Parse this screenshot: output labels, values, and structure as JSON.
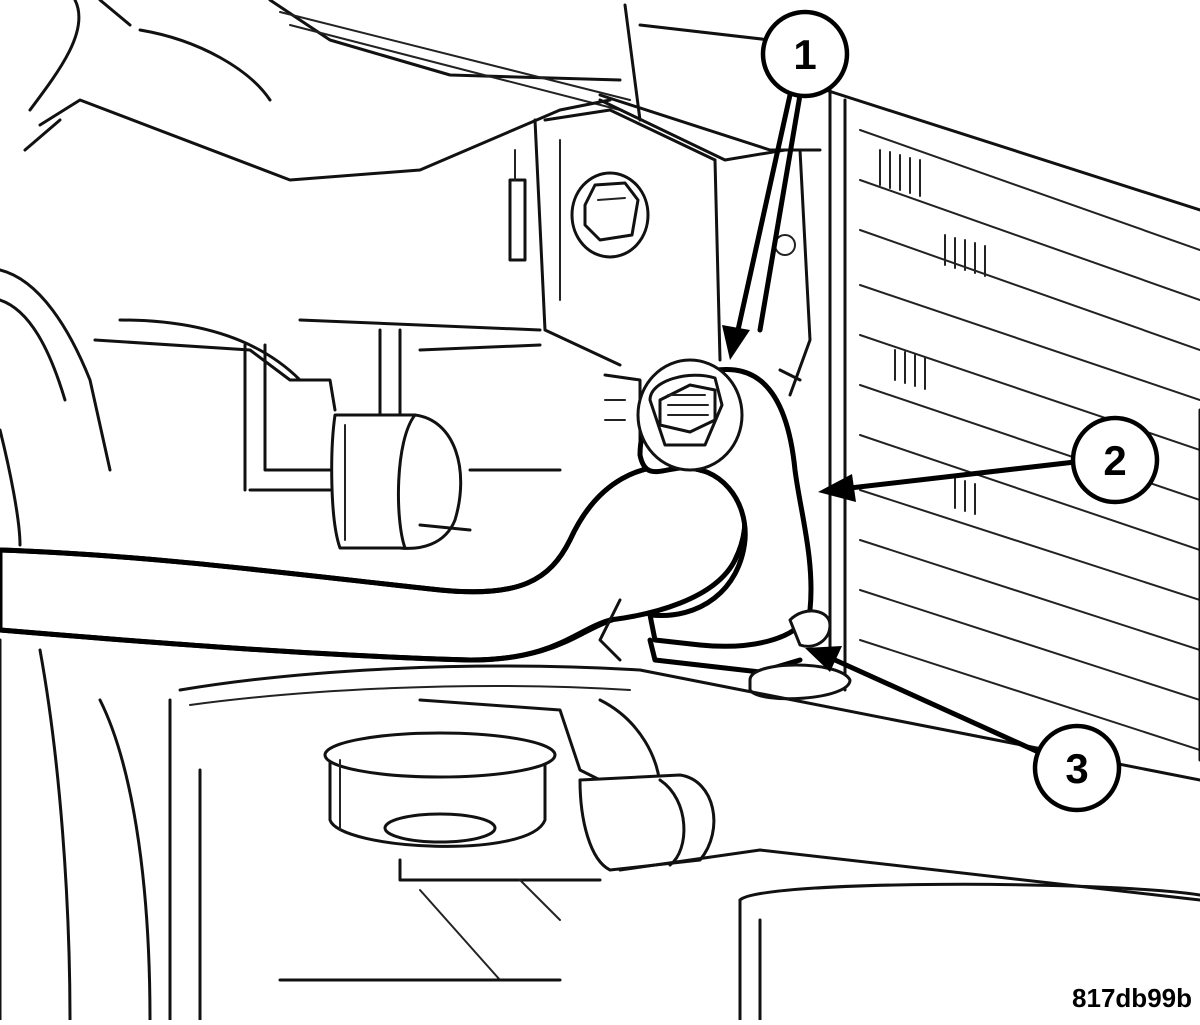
{
  "callouts": [
    {
      "id": "1",
      "label": "1"
    },
    {
      "id": "2",
      "label": "2"
    },
    {
      "id": "3",
      "label": "3"
    }
  ],
  "figure_code": "817db99b",
  "colors": {
    "line": "#000000",
    "background": "#ffffff"
  }
}
